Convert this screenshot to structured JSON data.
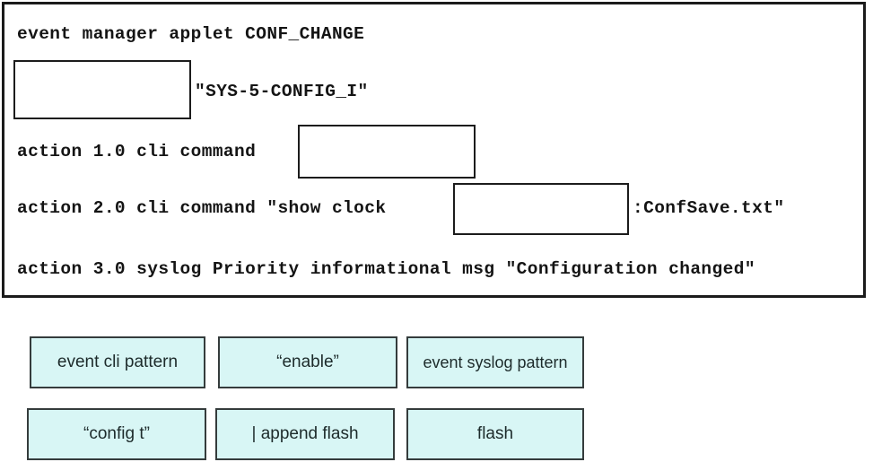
{
  "config_panel": {
    "lines": {
      "applet": "event manager applet CONF_CHANGE",
      "event_tail": "\"SYS-5-CONFIG_I\"",
      "action1": "action 1.0 cli command",
      "action2": "action 2.0 cli command \"show clock",
      "action2_tail": ":ConfSave.txt\"",
      "action3": "action 3.0 syslog Priority informational msg \"Configuration changed\""
    },
    "drop_slots": [
      {
        "name": "slot-event-statement",
        "value": ""
      },
      {
        "name": "slot-action1-command",
        "value": ""
      },
      {
        "name": "slot-action2-destination",
        "value": ""
      }
    ]
  },
  "options": [
    {
      "label": "event cli pattern"
    },
    {
      "label": "“enable”"
    },
    {
      "label": "event syslog pattern"
    },
    {
      "label": "“config t”"
    },
    {
      "label": "| append flash"
    },
    {
      "label": "flash"
    }
  ],
  "colors": {
    "tile_fill": "#d8f6f5",
    "tile_border": "#353c3c",
    "panel_border": "#1b1b1b",
    "text": "#141414"
  }
}
